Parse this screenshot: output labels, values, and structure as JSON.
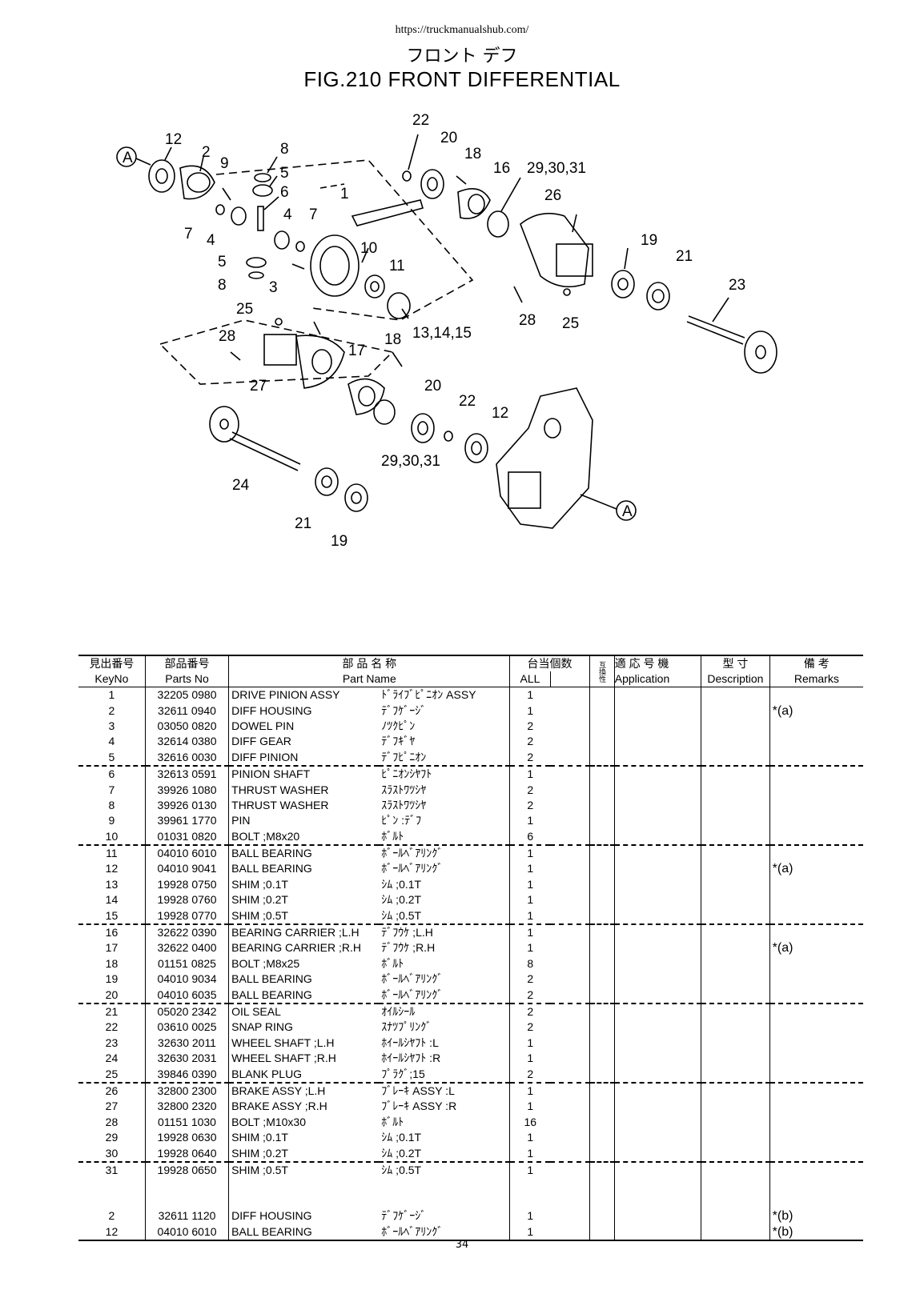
{
  "header": {
    "url": "https://truckmanualshub.com/",
    "title_jp": "フロント デフ",
    "title_en": "FIG.210  FRONT DIFFERENTIAL"
  },
  "diagram": {
    "callouts": [
      "A",
      "12",
      "2",
      "9",
      "8",
      "5",
      "6",
      "4",
      "7",
      "7",
      "4",
      "5",
      "8",
      "3",
      "1",
      "22",
      "20",
      "18",
      "16",
      "29,30,31",
      "26",
      "10",
      "11",
      "13,14,15",
      "19",
      "21",
      "23",
      "28",
      "25",
      "25",
      "28",
      "18",
      "17",
      "27",
      "20",
      "22",
      "12",
      "29,30,31",
      "24",
      "21",
      "19",
      "A"
    ]
  },
  "table": {
    "headers": {
      "keyno_jp": "見出番号",
      "keyno_en": "KeyNo",
      "partsno_jp": "部品番号",
      "partsno_en": "Parts No",
      "partname_jp": "部 品 名 称",
      "partname_en": "Part Name",
      "qty_jp": "台当個数",
      "qty_en": "ALL",
      "interchange_jp": "互換性",
      "application_jp": "適 応 号 機",
      "application_en": "Application",
      "description_jp": "型 寸",
      "description_en": "Description",
      "remarks_jp": "備 考",
      "remarks_en": "Remarks"
    },
    "rows": [
      {
        "key": "1",
        "parts_no": "32205 0980",
        "name_en": "DRIVE PINION ASSY",
        "name_jp": "ﾄﾞﾗｲﾌﾞﾋﾟﾆｵﾝ ASSY",
        "qty": "1",
        "remarks": ""
      },
      {
        "key": "2",
        "parts_no": "32611 0940",
        "name_en": "DIFF HOUSING",
        "name_jp": "ﾃﾞﾌｹﾞｰｼﾞ",
        "qty": "1",
        "remarks": "*(a)"
      },
      {
        "key": "3",
        "parts_no": "03050 0820",
        "name_en": "DOWEL PIN",
        "name_jp": "ﾉﾂｸﾋﾟﾝ",
        "qty": "2",
        "remarks": ""
      },
      {
        "key": "4",
        "parts_no": "32614 0380",
        "name_en": "DIFF GEAR",
        "name_jp": "ﾃﾞﾌｷﾞﾔ",
        "qty": "2",
        "remarks": ""
      },
      {
        "key": "5",
        "parts_no": "32616 0030",
        "name_en": "DIFF PINION",
        "name_jp": "ﾃﾞﾌﾋﾟﾆｵﾝ",
        "qty": "2",
        "remarks": ""
      },
      {
        "key": "6",
        "parts_no": "32613 0591",
        "name_en": "PINION SHAFT",
        "name_jp": "ﾋﾟﾆｵﾝｼﾔﾌﾄ",
        "qty": "1",
        "remarks": ""
      },
      {
        "key": "7",
        "parts_no": "39926 1080",
        "name_en": "THRUST WASHER",
        "name_jp": "ｽﾗｽﾄﾜﾂｼﾔ",
        "qty": "2",
        "remarks": ""
      },
      {
        "key": "8",
        "parts_no": "39926 0130",
        "name_en": "THRUST WASHER",
        "name_jp": "ｽﾗｽﾄﾜﾂｼﾔ",
        "qty": "2",
        "remarks": ""
      },
      {
        "key": "9",
        "parts_no": "39961 1770",
        "name_en": "PIN",
        "name_jp": "ﾋﾟﾝ :ﾃﾞﾌ",
        "qty": "1",
        "remarks": ""
      },
      {
        "key": "10",
        "parts_no": "01031 0820",
        "name_en": "BOLT ;M8x20",
        "name_jp": "ﾎﾞﾙﾄ",
        "qty": "6",
        "remarks": ""
      },
      {
        "key": "11",
        "parts_no": "04010 6010",
        "name_en": "BALL BEARING",
        "name_jp": "ﾎﾞｰﾙﾍﾞｱﾘﾝｸﾞ",
        "qty": "1",
        "remarks": ""
      },
      {
        "key": "12",
        "parts_no": "04010 9041",
        "name_en": "BALL BEARING",
        "name_jp": "ﾎﾞｰﾙﾍﾞｱﾘﾝｸﾞ",
        "qty": "1",
        "remarks": "*(a)"
      },
      {
        "key": "13",
        "parts_no": "19928 0750",
        "name_en": "SHIM ;0.1T",
        "name_jp": "ｼﾑ ;0.1T",
        "qty": "1",
        "remarks": ""
      },
      {
        "key": "14",
        "parts_no": "19928 0760",
        "name_en": "SHIM ;0.2T",
        "name_jp": "ｼﾑ ;0.2T",
        "qty": "1",
        "remarks": ""
      },
      {
        "key": "15",
        "parts_no": "19928 0770",
        "name_en": "SHIM ;0.5T",
        "name_jp": "ｼﾑ ;0.5T",
        "qty": "1",
        "remarks": ""
      },
      {
        "key": "16",
        "parts_no": "32622 0390",
        "name_en": "BEARING CARRIER ;L.H",
        "name_jp": "ﾃﾞﾌｳｹ ;L.H",
        "qty": "1",
        "remarks": ""
      },
      {
        "key": "17",
        "parts_no": "32622 0400",
        "name_en": "BEARING CARRIER ;R.H",
        "name_jp": "ﾃﾞﾌｳｹ ;R.H",
        "qty": "1",
        "remarks": "*(a)"
      },
      {
        "key": "18",
        "parts_no": "01151 0825",
        "name_en": "BOLT ;M8x25",
        "name_jp": "ﾎﾞﾙﾄ",
        "qty": "8",
        "remarks": ""
      },
      {
        "key": "19",
        "parts_no": "04010 9034",
        "name_en": "BALL BEARING",
        "name_jp": "ﾎﾞｰﾙﾍﾞｱﾘﾝｸﾞ",
        "qty": "2",
        "remarks": ""
      },
      {
        "key": "20",
        "parts_no": "04010 6035",
        "name_en": "BALL BEARING",
        "name_jp": "ﾎﾞｰﾙﾍﾞｱﾘﾝｸﾞ",
        "qty": "2",
        "remarks": ""
      },
      {
        "key": "21",
        "parts_no": "05020 2342",
        "name_en": "OIL SEAL",
        "name_jp": "ｵｲﾙｼｰﾙ",
        "qty": "2",
        "remarks": ""
      },
      {
        "key": "22",
        "parts_no": "03610 0025",
        "name_en": "SNAP RING",
        "name_jp": "ｽﾅﾂﾌﾟﾘﾝｸﾞ",
        "qty": "2",
        "remarks": ""
      },
      {
        "key": "23",
        "parts_no": "32630 2011",
        "name_en": "WHEEL SHAFT ;L.H",
        "name_jp": "ﾎｲｰﾙｼﾔﾌﾄ :L",
        "qty": "1",
        "remarks": ""
      },
      {
        "key": "24",
        "parts_no": "32630 2031",
        "name_en": "WHEEL SHAFT ;R.H",
        "name_jp": "ﾎｲｰﾙｼﾔﾌﾄ :R",
        "qty": "1",
        "remarks": ""
      },
      {
        "key": "25",
        "parts_no": "39846 0390",
        "name_en": "BLANK PLUG",
        "name_jp": "ﾌﾟﾗｸﾞ;15",
        "qty": "2",
        "remarks": ""
      },
      {
        "key": "26",
        "parts_no": "32800 2300",
        "name_en": "BRAKE ASSY ;L.H",
        "name_jp": "ﾌﾞﾚｰｷ ASSY :L",
        "qty": "1",
        "remarks": ""
      },
      {
        "key": "27",
        "parts_no": "32800 2320",
        "name_en": "BRAKE ASSY ;R.H",
        "name_jp": "ﾌﾞﾚｰｷ ASSY :R",
        "qty": "1",
        "remarks": ""
      },
      {
        "key": "28",
        "parts_no": "01151 1030",
        "name_en": "BOLT ;M10x30",
        "name_jp": "ﾎﾞﾙﾄ",
        "qty": "16",
        "remarks": ""
      },
      {
        "key": "29",
        "parts_no": "19928 0630",
        "name_en": "SHIM ;0.1T",
        "name_jp": "ｼﾑ ;0.1T",
        "qty": "1",
        "remarks": ""
      },
      {
        "key": "30",
        "parts_no": "19928 0640",
        "name_en": "SHIM ;0.2T",
        "name_jp": "ｼﾑ ;0.2T",
        "qty": "1",
        "remarks": ""
      },
      {
        "key": "31",
        "parts_no": "19928 0650",
        "name_en": "SHIM ;0.5T",
        "name_jp": "ｼﾑ ;0.5T",
        "qty": "1",
        "remarks": ""
      },
      {
        "key": "",
        "parts_no": "",
        "name_en": "",
        "name_jp": "",
        "qty": "",
        "remarks": ""
      },
      {
        "key": "2",
        "parts_no": "32611 1120",
        "name_en": "DIFF HOUSING",
        "name_jp": "ﾃﾞﾌｹﾞｰｼﾞ",
        "qty": "1",
        "remarks": "*(b)"
      },
      {
        "key": "12",
        "parts_no": "04010 6010",
        "name_en": "BALL BEARING",
        "name_jp": "ﾎﾞｰﾙﾍﾞｱﾘﾝｸﾞ",
        "qty": "1",
        "remarks": "*(b)"
      }
    ]
  },
  "footer": {
    "page_number": "34"
  }
}
